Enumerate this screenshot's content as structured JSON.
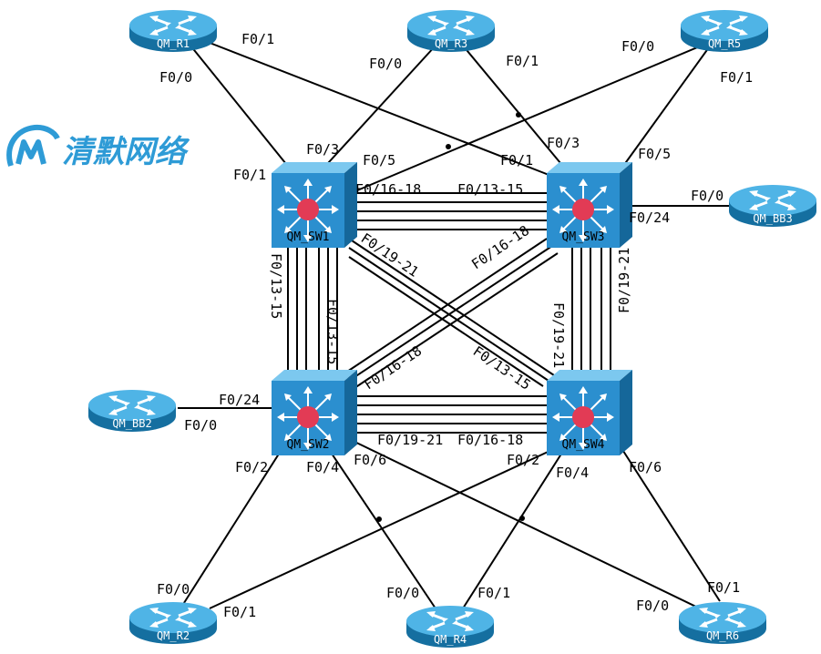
{
  "logo": {
    "text": "清默网络"
  },
  "devices": {
    "r1": "QM_R1",
    "r3": "QM_R3",
    "r5": "QM_R5",
    "r2": "QM_R2",
    "r4": "QM_R4",
    "r6": "QM_R6",
    "bb2": "QM_BB2",
    "bb3": "QM_BB3",
    "sw1": "QM_SW1",
    "sw2": "QM_SW2",
    "sw3": "QM_SW3",
    "sw4": "QM_SW4"
  },
  "ports": {
    "r1_f01": "F0/1",
    "r1_f00": "F0/0",
    "r3_f00": "F0/0",
    "r3_f01": "F0/1",
    "r5_f00": "F0/0",
    "r5_f01": "F0/1",
    "sw1_f01": "F0/1",
    "sw1_f03": "F0/3",
    "sw1_f05": "F0/5",
    "sw1_f1618": "F0/16-18",
    "sw3_f1315": "F0/13-15",
    "sw3_f01": "F0/1",
    "sw3_f03": "F0/3",
    "sw3_f05": "F0/5",
    "bb3_f00": "F0/0",
    "sw3_f024": "F0/24",
    "sw1_f1921": "F0/19-21",
    "sw3_f1618": "F0/16-18",
    "sw1_f1315_left": "F0/13-15",
    "sw2_f1315": "F0/13-15",
    "sw3_f1921": "F0/19-21",
    "sw4_f1921": "F0/19-21",
    "sw2_f1618": "F0/16-18",
    "sw4_f1315": "F0/13-15",
    "sw2_f024": "F0/24",
    "bb2_f00": "F0/0",
    "sw2_f1921": "F0/19-21",
    "sw4_f1618": "F0/16-18",
    "sw2_f02": "F0/2",
    "sw2_f04": "F0/4",
    "sw2_f06": "F0/6",
    "sw4_f02": "F0/2",
    "sw4_f04": "F0/4",
    "sw4_f06": "F0/6",
    "r2_f00": "F0/0",
    "r2_f01": "F0/1",
    "r4_f00": "F0/0",
    "r4_f01": "F0/1",
    "r6_f00": "F0/0",
    "r6_f01": "F0/1"
  },
  "colors": {
    "device_blue": "#1f8fc4",
    "switch_blue": "#2b86c4",
    "switch_core": "#e23b55",
    "logo": "#2e9bd6"
  }
}
